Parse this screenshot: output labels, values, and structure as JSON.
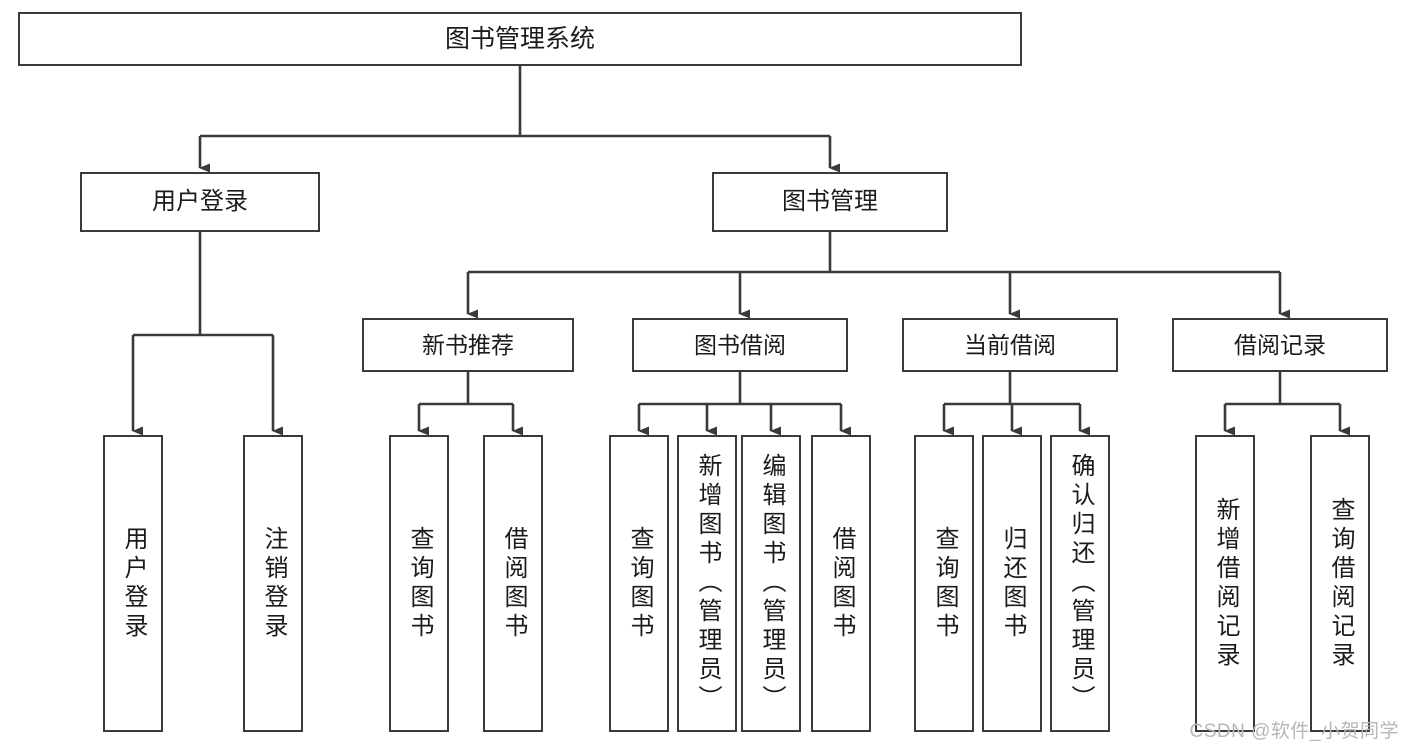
{
  "diagram": {
    "title": "图书管理系统",
    "watermark": "CSDN @软件_小贺同学",
    "type": "tree-hierarchy-diagram",
    "root": {
      "label": "图书管理系统"
    },
    "level2": [
      {
        "label": "用户登录"
      },
      {
        "label": "图书管理"
      }
    ],
    "level3": [
      {
        "label": "新书推荐"
      },
      {
        "label": "图书借阅"
      },
      {
        "label": "当前借阅"
      },
      {
        "label": "借阅记录"
      }
    ],
    "leaves": {
      "user_login": [
        {
          "label": "用户登录"
        },
        {
          "label": "注销登录"
        }
      ],
      "new_book_recommend": [
        {
          "label": "查询图书"
        },
        {
          "label": "借阅图书"
        }
      ],
      "book_borrow": [
        {
          "label": "查询图书"
        },
        {
          "label": "新增图书（管理员）"
        },
        {
          "label": "编辑图书（管理员）"
        },
        {
          "label": "借阅图书"
        }
      ],
      "current_borrow": [
        {
          "label": "查询图书"
        },
        {
          "label": "归还图书"
        },
        {
          "label": "确认归还（管理员）"
        }
      ],
      "borrow_record": [
        {
          "label": "新增借阅记录"
        },
        {
          "label": "查询借阅记录"
        }
      ]
    },
    "colors": {
      "stroke": "#3a3a3a",
      "text": "#1b1b1b",
      "background": "#ffffff",
      "watermark": "#b7b7b7"
    }
  }
}
